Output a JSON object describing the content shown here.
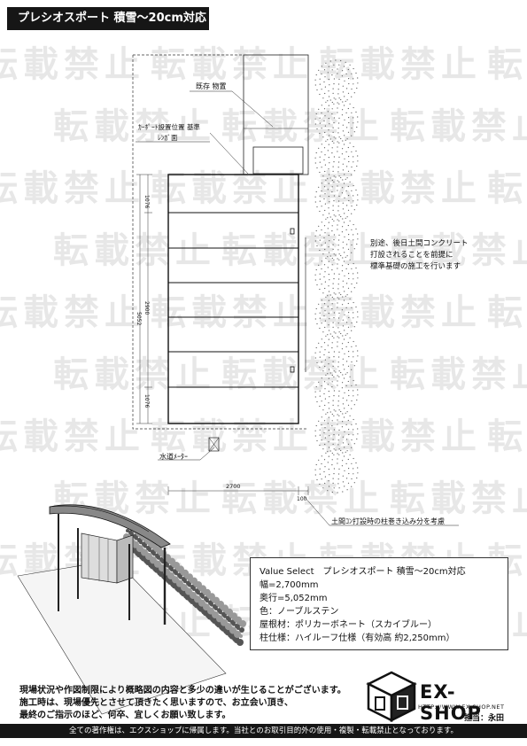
{
  "header": {
    "title": "プレシオスポート 積雪～20cm対応"
  },
  "watermark": {
    "text": "転載禁止"
  },
  "drawing": {
    "labels": {
      "existing": "既存 物置",
      "carport_position": "ｶｰﾎﾟｰﾄ設置位置 基準",
      "brick_face": "ﾚﾝｶﾞ面",
      "water_meter": "水道ﾒｰﾀｰ",
      "post_note": "土間ｺﾝ打設時の柱巻き込み分を考慮"
    },
    "dims": {
      "total_depth": "5052",
      "top": "1076",
      "middle": "2900",
      "bottom": "1076",
      "width": "2700",
      "offset": "100"
    }
  },
  "note": {
    "lines": [
      "別途、後日土間コンクリート",
      "打設されることを前提に",
      "標準基礎の施工を行います"
    ]
  },
  "spec": {
    "name": "Value Select　プレシオスポート 積雪～20cm対応",
    "width": "幅=2,700mm",
    "depth": "奥行=5,052mm",
    "color": "色：ノーブルステン",
    "roof": "屋根材：ポリカーボネート（スカイブルー）",
    "pillar": "柱仕様：ハイルーフ仕様（有効高 約2,250mm）"
  },
  "disclaimer": {
    "lines": [
      "現場状況や作図制限により概略図の内容と多少の違いが生じることがございます。",
      "施工時は、現場優先とさせて頂きたく思いますので、お立会い頂き、",
      "最終のご指示のほど、何卒、宜しくお願い致します。"
    ]
  },
  "logo": {
    "name": "EX-SHOP",
    "url": "HTTP://WWW.EX-SHOP.NET",
    "person": "担当：永田"
  },
  "footer": {
    "text": "全ての著作権は、エクスショップに帰属します。当社とのお取引目的外の使用・複製・転載禁止となっております。"
  }
}
